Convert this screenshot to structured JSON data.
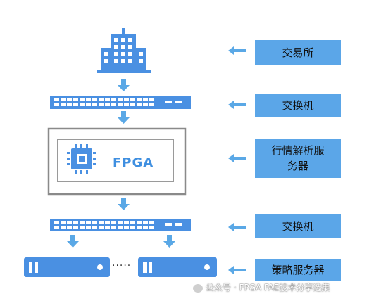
{
  "nodes": {
    "exchange": "交易所",
    "switch_top": "交换机",
    "market_server_line1": "行情解析服",
    "market_server_line2": "务器",
    "switch_bottom": "交换机",
    "strategy_server": "策略服务器"
  },
  "fpga": {
    "label": "FPGA"
  },
  "ellipsis": "·····",
  "watermark": "公众号 · FPGA FAE技术分享选集",
  "colors": {
    "accent_blue": "#5ba6e8",
    "icon_blue": "#3f8fe0",
    "arrow_blue": "#5aa8e6"
  }
}
